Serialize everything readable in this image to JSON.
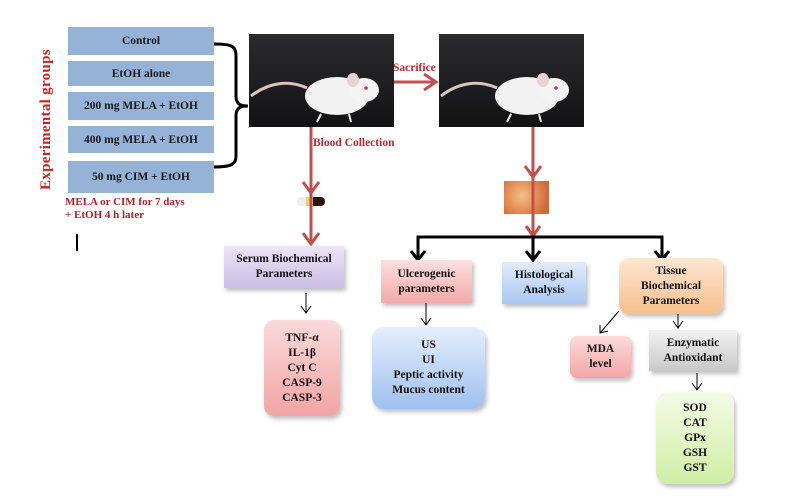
{
  "groups": {
    "title": "Experimental groups",
    "items": [
      {
        "label": "Control"
      },
      {
        "label": "EtOH alone"
      },
      {
        "label": "200 mg MELA + EtOH"
      },
      {
        "label": "400 mg MELA + EtOH"
      },
      {
        "label": "50 mg CIM + EtOH"
      }
    ],
    "note_line1": "MELA or CIM for 7 days",
    "note_line2": "+ EtOH 4 h later"
  },
  "flow": {
    "sacrifice_label": "Sacrifice",
    "blood_collection_label": "Blood Collection",
    "photo_before": "mouse-photo",
    "photo_after": "mouse-photo",
    "tube_icon": "blood-tube-icon",
    "tissue_icon": "stomach-tissue-icon"
  },
  "nodes": {
    "serum": {
      "line1": "Serum Biochemical",
      "line2": "Parameters"
    },
    "serum_list": [
      "TNF-α",
      "IL-1β",
      "Cyt C",
      "CASP-9",
      "CASP-3"
    ],
    "ulcerogenic": {
      "line1": "Ulcerogenic",
      "line2": "parameters"
    },
    "ulcerogenic_list": [
      "US",
      "UI",
      "Peptic activity",
      "Mucus content"
    ],
    "histological": {
      "line1": "Histological",
      "line2": "Analysis"
    },
    "tissue": {
      "line1": "Tissue",
      "line2": "Biochemical",
      "line3": "Parameters"
    },
    "mda": {
      "line1": "MDA",
      "line2": "level"
    },
    "enzymatic": {
      "line1": "Enzymatic",
      "line2": "Antioxidant"
    },
    "enzymatic_list": [
      "SOD",
      "CAT",
      "GPx",
      "GSH",
      "GST"
    ]
  },
  "colors": {
    "group_box": "#95b3d7",
    "accent_red": "#c0282f",
    "arrow_red": "#c0504d"
  }
}
